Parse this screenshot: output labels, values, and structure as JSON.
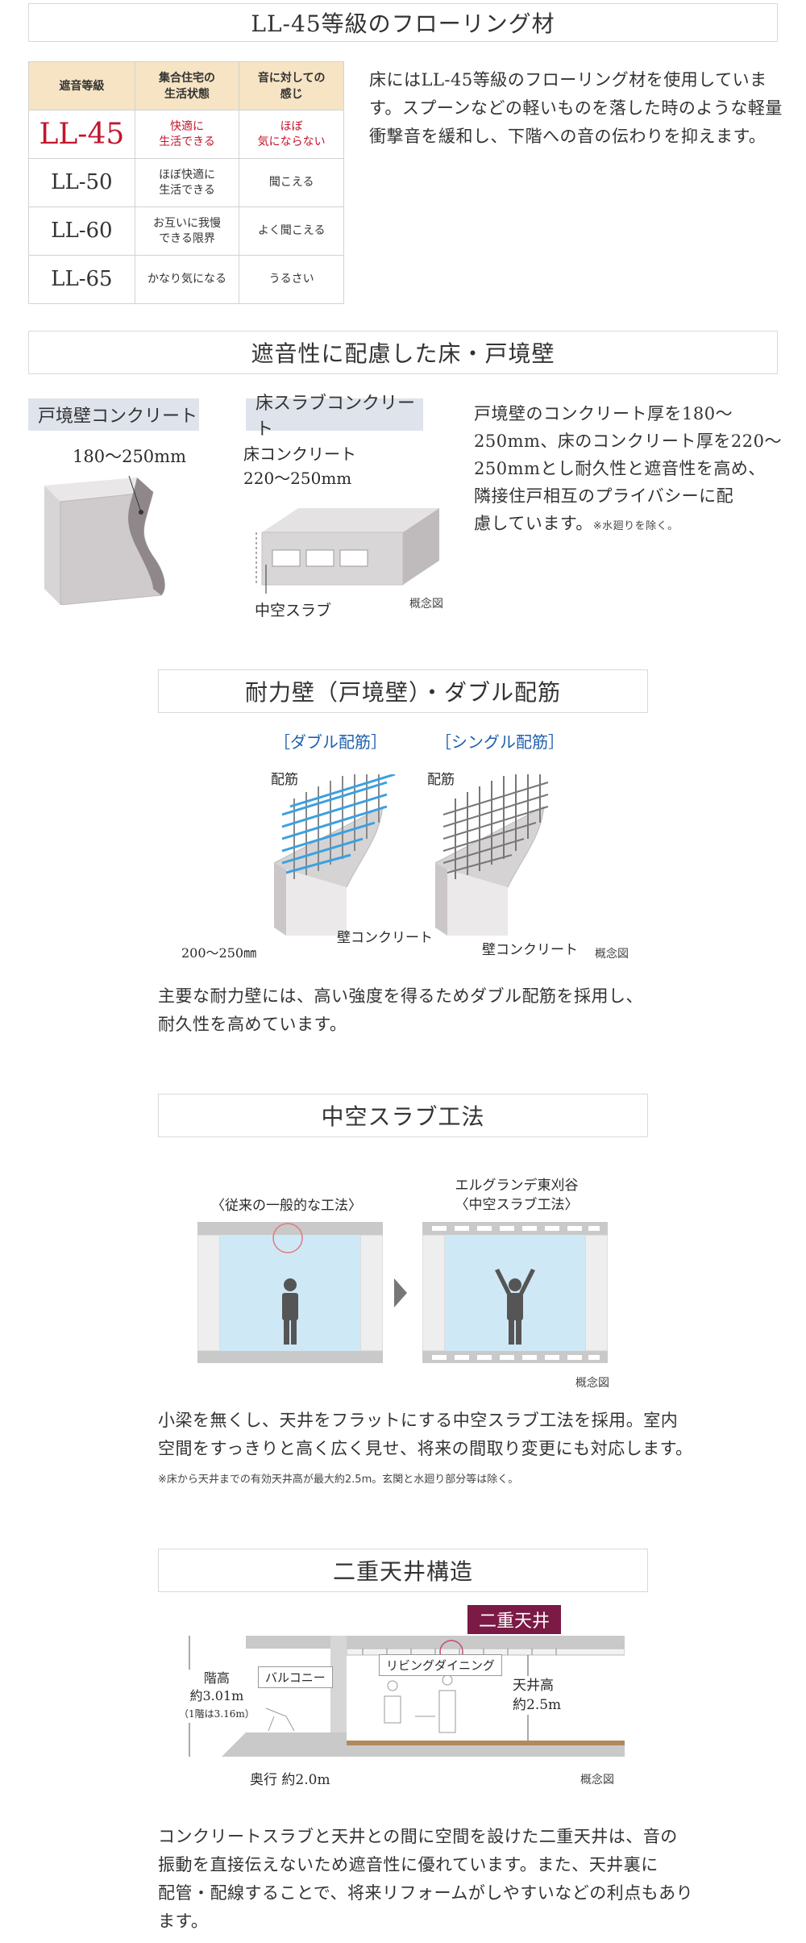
{
  "section1": {
    "title": "LL-45等級のフローリング材",
    "table": {
      "headers": [
        "遮音等級",
        "集合住宅の\n生活状態",
        "音に対しての\n感じ"
      ],
      "rows": [
        {
          "grade": "LL-45",
          "state": "快適に\n生活できる",
          "feel": "ほぼ\n気にならない",
          "highlight": true
        },
        {
          "grade": "LL-50",
          "state": "ほぼ快適に\n生活できる",
          "feel": "聞こえる",
          "highlight": false
        },
        {
          "grade": "LL-60",
          "state": "お互いに我慢\nできる限界",
          "feel": "よく聞こえる",
          "highlight": false
        },
        {
          "grade": "LL-65",
          "state": "かなり気になる",
          "feel": "うるさい",
          "highlight": false
        }
      ]
    },
    "text_lines": [
      "床にはLL-45等級のフローリング材を使用していま",
      "す。スプーンなどの軽いものを落した時のような軽量",
      "衝撃音を緩和し、下階への音の伝わりを抑えます。"
    ]
  },
  "section2": {
    "title": "遮音性に配慮した床・戸境壁",
    "wall_label": "戸境壁コンクリート",
    "wall_dim": "180〜250mm",
    "slab_label": "床スラブコンクリート",
    "slab_sub1": "床コンクリート",
    "slab_sub2": "220〜250mm",
    "slab_caption": "中空スラブ",
    "concept": "概念図",
    "text_lines": [
      "戸境壁のコンクリート厚を180〜",
      "250mm、床のコンクリート厚を220〜",
      "250mmとし耐久性と遮音性を高め、",
      "隣接住戸相互のプライバシーに配",
      "慮しています。"
    ],
    "note": "※水廻りを除く。"
  },
  "section3": {
    "title": "耐力壁（戸境壁）・ダブル配筋",
    "double_label": "［ダブル配筋］",
    "single_label": "［シングル配筋］",
    "rebar": "配筋",
    "wall_concrete": "壁コンクリート",
    "dim": "200〜250㎜",
    "concept": "概念図",
    "text_lines": [
      "主要な耐力壁には、高い強度を得るためダブル配筋を採用し、",
      "耐久性を高めています。"
    ]
  },
  "section4": {
    "title": "中空スラブ工法",
    "left_caption": "〈従来の一般的な工法〉",
    "right_caption1": "エルグランデ東刈谷",
    "right_caption2": "〈中空スラブ工法〉",
    "concept": "概念図",
    "text_lines": [
      "小梁を無くし、天井をフラットにする中空スラブ工法を採用。室内",
      "空間をすっきりと高く広く見せ、将来の間取り変更にも対応します。"
    ],
    "note": "※床から天井までの有効天井高が最大約2.5m。玄関と水廻り部分等は除く。"
  },
  "section5": {
    "title": "二重天井構造",
    "tag": "二重天井",
    "floor_height1": "階高",
    "floor_height2": "約3.01m",
    "floor_height3": "（1階は3.16m）",
    "balcony": "バルコニー",
    "living": "リビングダイニング",
    "ceiling1": "天井高",
    "ceiling2": "約2.5m",
    "depth": "奥行 約2.0m",
    "concept": "概念図",
    "text_lines": [
      "コンクリートスラブと天井との間に空間を設けた二重天井は、音の",
      "振動を直接伝えないため遮音性に優れています。また、天井裏に",
      "配管・配線することで、将来リフォームがしやすいなどの利点もあり",
      "ます。"
    ]
  }
}
